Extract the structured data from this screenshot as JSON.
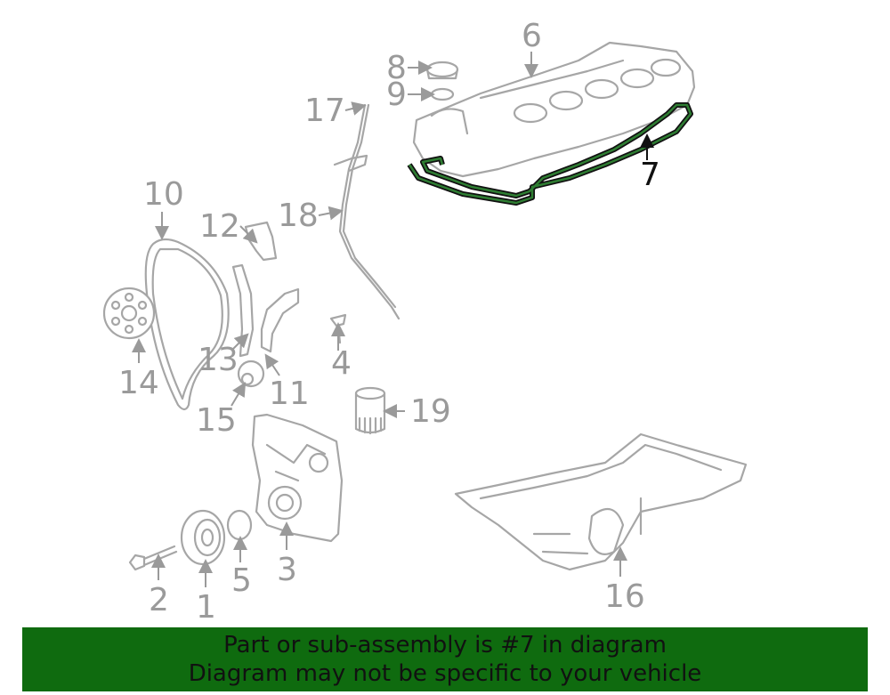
{
  "diagram": {
    "callouts": {
      "c1": "1",
      "c2": "2",
      "c3": "3",
      "c4": "4",
      "c5": "5",
      "c6": "6",
      "c7": "7",
      "c8": "8",
      "c9": "9",
      "c10": "10",
      "c11": "11",
      "c12": "12",
      "c13": "13",
      "c14": "14",
      "c15": "15",
      "c16": "16",
      "c17": "17",
      "c18": "18",
      "c19": "19"
    },
    "highlighted_part": "7",
    "colors": {
      "parts": "#a6a6a6",
      "highlight": "#111111",
      "highlight_fill": "#2e7d32"
    }
  },
  "banner": {
    "line1": "Part or sub-assembly is #7 in diagram",
    "line2": "Diagram may not be specific to your vehicle",
    "background": "#0f6b0f"
  }
}
